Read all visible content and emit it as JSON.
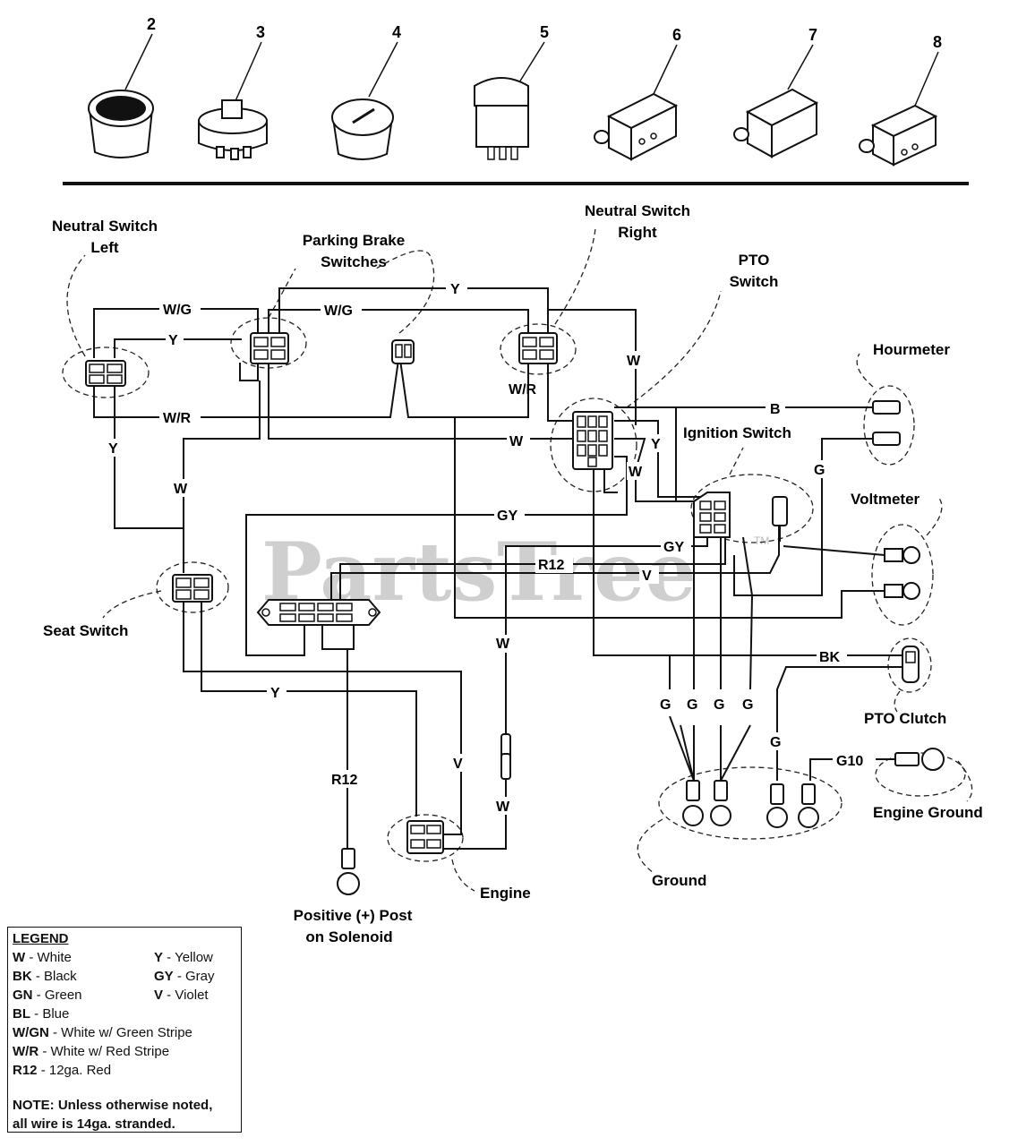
{
  "part_numbers": [
    "2",
    "3",
    "4",
    "5",
    "6",
    "7",
    "8"
  ],
  "components": {
    "neutral_switch_left": [
      "Neutral Switch",
      "Left"
    ],
    "parking_brake": [
      "Parking Brake",
      "Switches"
    ],
    "neutral_switch_right": [
      "Neutral Switch",
      "Right"
    ],
    "pto_switch": [
      "PTO",
      "Switch"
    ],
    "hourmeter": "Hourmeter",
    "ignition_switch": "Ignition Switch",
    "voltmeter": "Voltmeter",
    "seat_switch": "Seat Switch",
    "pto_clutch": "PTO Clutch",
    "engine_ground": "Engine Ground",
    "ground": "Ground",
    "engine": "Engine",
    "solenoid": [
      "Positive (+) Post",
      "on Solenoid"
    ]
  },
  "wire_labels": {
    "wg1": "W/G",
    "y_top": "Y",
    "wg2": "W/G",
    "y_left": "Y",
    "wr_left": "W/R",
    "y_down": "Y",
    "w_left": "W",
    "wr_right": "W/R",
    "w_right": "W",
    "w_mid": "W",
    "y_pto": "Y",
    "w_pto": "W",
    "b_hour": "B",
    "g_hour": "G",
    "gy1": "GY",
    "gy2": "GY",
    "r12_mid": "R12",
    "v_mid": "V",
    "y_bottom": "Y",
    "w_vert": "W",
    "v_eng": "V",
    "w_eng": "W",
    "r12_sol": "R12",
    "bk": "BK",
    "g1": "G",
    "g2": "G",
    "g3": "G",
    "g4": "G",
    "g_pto": "G",
    "g10": "G10"
  },
  "legend": {
    "title": "LEGEND",
    "rows": [
      [
        {
          "code": "W",
          "text": " - White"
        },
        {
          "code": "Y",
          "text": " - Yellow"
        }
      ],
      [
        {
          "code": "BK",
          "text": " - Black"
        },
        {
          "code": "GY",
          "text": " - Gray"
        }
      ],
      [
        {
          "code": "GN",
          "text": " - Green"
        },
        {
          "code": "V",
          "text": " - Violet"
        }
      ]
    ],
    "single": [
      {
        "code": "BL",
        "text": " - Blue"
      },
      {
        "code": "W/GN",
        "text": " - White w/ Green Stripe"
      },
      {
        "code": "W/R",
        "text": " - White w/ Red Stripe"
      },
      {
        "code": "R12",
        "text": " - 12ga. Red"
      }
    ],
    "note": [
      "NOTE: Unless otherwise noted,",
      "all wire is 14ga. stranded."
    ]
  },
  "watermark": "PartsTree",
  "watermark_tm": "TM"
}
